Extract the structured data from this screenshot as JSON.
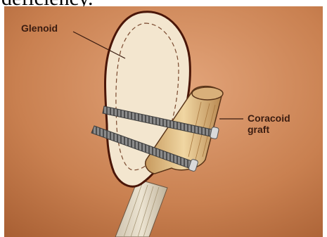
{
  "heading": "deficiency.",
  "labels": {
    "glenoid": "Glenoid",
    "coracoid_line1": "Coracoid",
    "coracoid_line2": "graft"
  },
  "colors": {
    "background": "#c67a4a",
    "glenoid_fill": "#f3e6cf",
    "outline": "#4a1608",
    "graft": "#e5c08a",
    "screw": "#6e6e6e",
    "label_text": "#3a1c10"
  }
}
